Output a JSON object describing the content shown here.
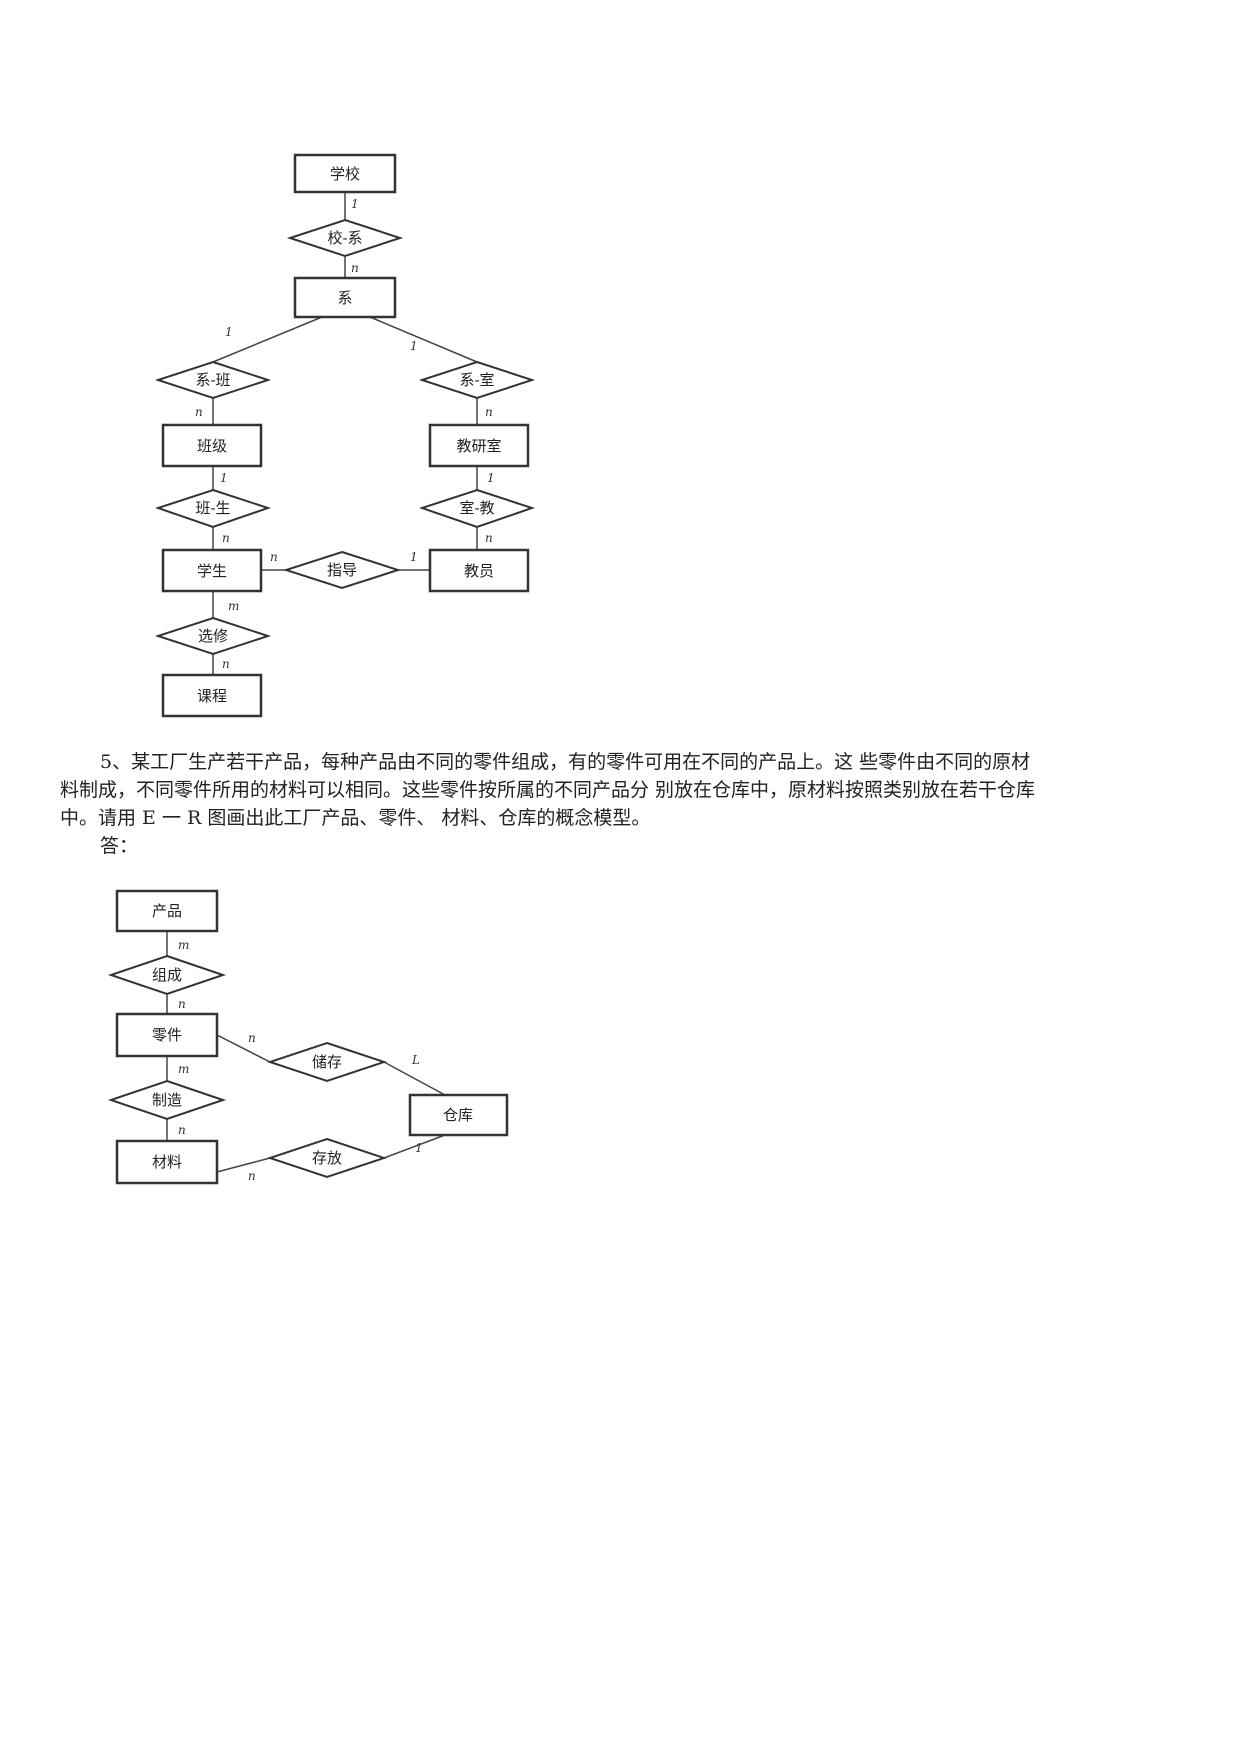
{
  "diagram1": {
    "entities": {
      "school": "学校",
      "department": "系",
      "class": "班级",
      "office": "教研室",
      "student": "学生",
      "teacher": "教员",
      "course": "课程"
    },
    "relationships": {
      "school_dept": "校-系",
      "dept_class": "系-班",
      "dept_office": "系-室",
      "class_student": "班-生",
      "office_teacher": "室-教",
      "guide": "指导",
      "elective": "选修"
    },
    "cardinalities": {
      "school_dept_top": "1",
      "school_dept_bottom": "n",
      "dept_class_top": "1",
      "dept_office_top": "1",
      "dept_class_bottom": "n",
      "dept_office_bottom": "n",
      "class_student_top": "1",
      "office_teacher_top": "1",
      "class_student_bottom": "n",
      "office_teacher_bottom": "n",
      "guide_student": "n",
      "guide_teacher": "1",
      "elective_student": "m",
      "elective_course": "n"
    }
  },
  "question": {
    "line1": "5、某工厂生产若干产品，每种产品由不同的零件组成，有的零件可用在不同的产品上。这 些零件由不同的原材",
    "line2": "料制成，不同零件所用的材料可以相同。这些零件按所属的不同产品分 别放在仓库中，原材料按照类别放在若干仓库",
    "line3": "中。请用 E 一 R 图画出此工厂产品、零件、 材料、仓库的概念模型。",
    "answer_label": "答："
  },
  "diagram2": {
    "entities": {
      "product": "产品",
      "part": "零件",
      "material": "材料",
      "warehouse": "仓库"
    },
    "relationships": {
      "compose": "组成",
      "manufacture": "制造",
      "store_part": "储存",
      "store_material": "存放"
    },
    "cardinalities": {
      "compose_product": "m",
      "compose_part": "n",
      "manufacture_part": "m",
      "manufacture_material": "n",
      "store_part_part": "n",
      "store_part_warehouse": "L",
      "store_material_material": "n",
      "store_material_warehouse": "1"
    }
  }
}
